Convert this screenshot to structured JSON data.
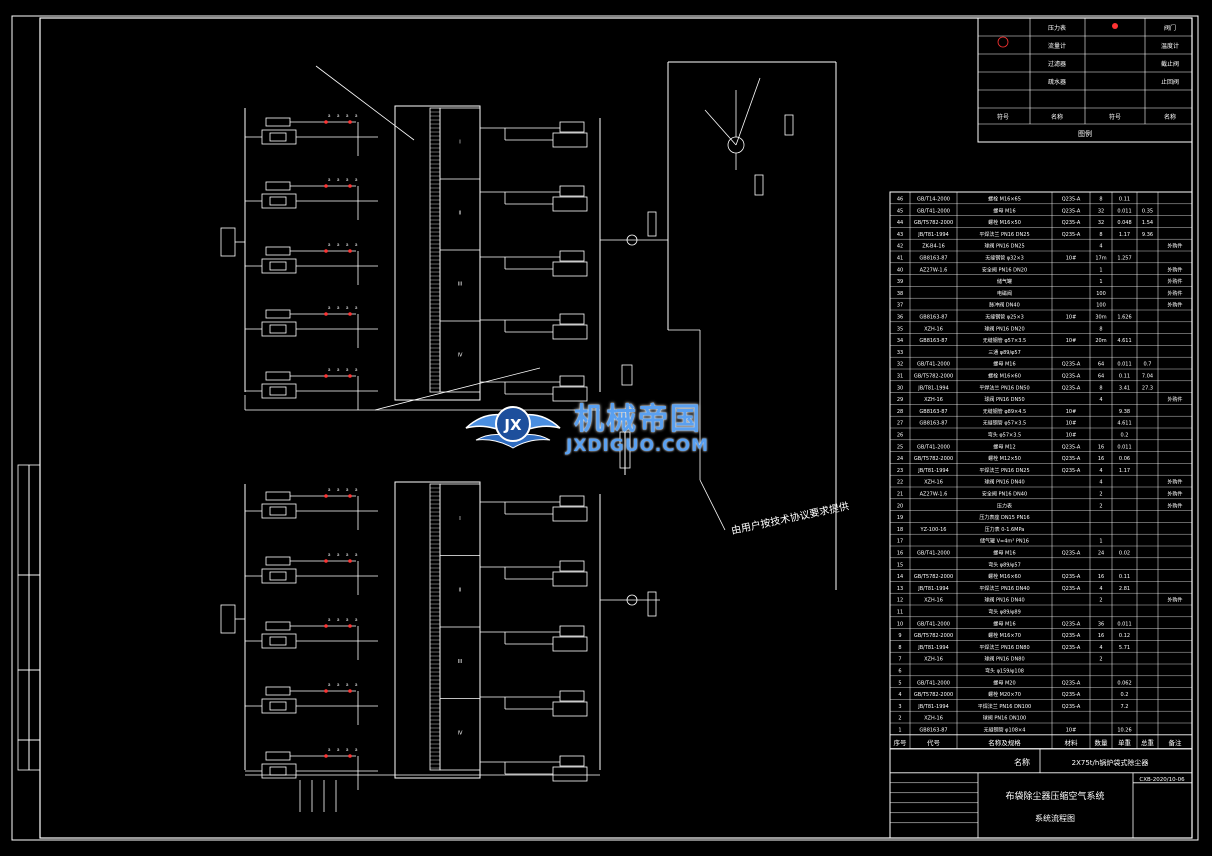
{
  "watermark": {
    "brand": "机械帝国",
    "domain": "JXDIGUO.COM",
    "logo": "JX"
  },
  "legend": {
    "rows": [
      "阀门",
      "压力表",
      "温度计",
      "流量计",
      "截止阀",
      "过滤器",
      "止回阀",
      "疏水器"
    ],
    "header": [
      "符号",
      "名称",
      "符号",
      "名称"
    ],
    "footer": "图例"
  },
  "callout": "由用户按技术协议要求提供",
  "title_block": {
    "project": "2X75t/h锅炉袋式除尘器",
    "system": "布袋除尘器压缩空气系统",
    "drawing": "系统流程图",
    "drawing_no": "CXB-2020/10-06",
    "name_label": "名称"
  },
  "bom": {
    "columns": [
      "序号",
      "代号",
      "名称及规格",
      "材料",
      "数量",
      "单重",
      "总重",
      "备注"
    ],
    "rows": [
      [
        "46",
        "GB/T14-2000",
        "螺栓 M16×65",
        "Q235-A",
        "8",
        "0.11",
        "",
        ""
      ],
      [
        "45",
        "GB/T41-2000",
        "螺母 M16",
        "Q235-A",
        "32",
        "0.011",
        "0.35",
        ""
      ],
      [
        "44",
        "GB/T5782-2000",
        "螺栓 M16×50",
        "Q235-A",
        "32",
        "0.048",
        "1.54",
        ""
      ],
      [
        "43",
        "JB/T81-1994",
        "平焊法兰 PN16 DN25",
        "Q235-A",
        "8",
        "1.17",
        "9.36",
        ""
      ],
      [
        "42",
        "ZK-B4-16",
        "球阀 PN16 DN25",
        "",
        "4",
        "",
        "",
        "外购件"
      ],
      [
        "41",
        "GB8163-87",
        "无缝钢管 φ32×3",
        "10#",
        "17m",
        "1.257",
        "",
        ""
      ],
      [
        "40",
        "AZ27W-1.6",
        "安全阀 PN16 DN20",
        "",
        "1",
        "",
        "",
        "外购件"
      ],
      [
        "39",
        "",
        "储气罐",
        "",
        "1",
        "",
        "",
        "外购件"
      ],
      [
        "38",
        "",
        "电磁阀",
        "",
        "100",
        "",
        "",
        "外购件"
      ],
      [
        "37",
        "",
        "脉冲阀 DN40",
        "",
        "100",
        "",
        "",
        "外购件"
      ],
      [
        "36",
        "GB8163-87",
        "无缝钢管 φ25×3",
        "10#",
        "30m",
        "1.626",
        "",
        ""
      ],
      [
        "35",
        "XZH-16",
        "球阀 PN16 DN20",
        "",
        "8",
        "",
        "",
        ""
      ],
      [
        "34",
        "GB8163-87",
        "无缝钢管 φ57×3.5",
        "10#",
        "20m",
        "4.611",
        "",
        ""
      ],
      [
        "33",
        "",
        "三通 φ89/φ57",
        "",
        "",
        "",
        "",
        ""
      ],
      [
        "32",
        "GB/T41-2000",
        "螺母 M16",
        "Q235-A",
        "64",
        "0.011",
        "0.7",
        ""
      ],
      [
        "31",
        "GB/T5782-2000",
        "螺栓 M16×60",
        "Q235-A",
        "64",
        "0.11",
        "7.04",
        ""
      ],
      [
        "30",
        "JB/T81-1994",
        "平焊法兰 PN16 DN50",
        "Q235-A",
        "8",
        "3.41",
        "27.3",
        ""
      ],
      [
        "29",
        "XZH-16",
        "球阀 PN16 DN50",
        "",
        "4",
        "",
        "",
        "外购件"
      ],
      [
        "28",
        "GB8163-87",
        "无缝钢管 φ89×4.5",
        "10#",
        "",
        "9.38",
        "",
        ""
      ],
      [
        "27",
        "GB8163-87",
        "无缝钢管 φ57×3.5",
        "10#",
        "",
        "4.611",
        "",
        ""
      ],
      [
        "26",
        "",
        "弯头 φ57×3.5",
        "10#",
        "",
        "0.2",
        "",
        ""
      ],
      [
        "25",
        "GB/T41-2000",
        "螺母 M12",
        "Q235-A",
        "16",
        "0.011",
        "",
        ""
      ],
      [
        "24",
        "GB/T5782-2000",
        "螺栓 M12×50",
        "Q235-A",
        "16",
        "0.06",
        "",
        ""
      ],
      [
        "23",
        "JB/T81-1994",
        "平焊法兰 PN16 DN25",
        "Q235-A",
        "4",
        "1.17",
        "",
        ""
      ],
      [
        "22",
        "XZH-16",
        "球阀 PN16 DN40",
        "",
        "4",
        "",
        "",
        "外购件"
      ],
      [
        "21",
        "AZ27W-1.6",
        "安全阀 PN16 DN40",
        "",
        "2",
        "",
        "",
        "外购件"
      ],
      [
        "20",
        "",
        "压力表",
        "",
        "2",
        "",
        "",
        "外购件"
      ],
      [
        "19",
        "",
        "压力表座 DN15 PN16",
        "",
        "",
        "",
        "",
        ""
      ],
      [
        "18",
        "YZ-100-16",
        "压力表 0-1.6MPa",
        "",
        "",
        "",
        "",
        ""
      ],
      [
        "17",
        "",
        "储气罐 V=4m³ PN16",
        "",
        "1",
        "",
        "",
        ""
      ],
      [
        "16",
        "GB/T41-2000",
        "螺母 M16",
        "Q235-A",
        "24",
        "0.02",
        "",
        ""
      ],
      [
        "15",
        "",
        "弯头 φ89/φ57",
        "",
        "",
        "",
        "",
        ""
      ],
      [
        "14",
        "GB/T5782-2000",
        "螺栓 M16×60",
        "Q235-A",
        "16",
        "0.11",
        "",
        ""
      ],
      [
        "13",
        "JB/T81-1994",
        "平焊法兰 PN16 DN40",
        "Q235-A",
        "4",
        "2.81",
        "",
        ""
      ],
      [
        "12",
        "XZH-16",
        "球阀 PN16 DN40",
        "",
        "2",
        "",
        "",
        "外购件"
      ],
      [
        "11",
        "",
        "弯头 φ89/φ89",
        "",
        "",
        "",
        "",
        ""
      ],
      [
        "10",
        "GB/T41-2000",
        "螺母 M16",
        "Q235-A",
        "36",
        "0.011",
        "",
        ""
      ],
      [
        "9",
        "GB/T5782-2000",
        "螺栓 M16×70",
        "Q235-A",
        "16",
        "0.12",
        "",
        ""
      ],
      [
        "8",
        "JB/T81-1994",
        "平焊法兰 PN16 DN80",
        "Q235-A",
        "4",
        "5.71",
        "",
        ""
      ],
      [
        "7",
        "XZH-16",
        "球阀 PN16 DN80",
        "",
        "2",
        "",
        "",
        ""
      ],
      [
        "6",
        "",
        "弯头 φ159/φ108",
        "",
        "",
        "",
        "",
        ""
      ],
      [
        "5",
        "GB/T41-2000",
        "螺母 M20",
        "Q235-A",
        "",
        "0.062",
        "",
        ""
      ],
      [
        "4",
        "GB/T5782-2000",
        "螺栓 M20×70",
        "Q235-A",
        "",
        "0.2",
        "",
        ""
      ],
      [
        "3",
        "JB/T81-1994",
        "平焊法兰 PN16 DN100",
        "Q235-A",
        "",
        "7.2",
        "",
        ""
      ],
      [
        "2",
        "XZH-16",
        "球阀 PN16 DN100",
        "",
        "",
        "",
        "",
        ""
      ],
      [
        "1",
        "GB8163-87",
        "无缝钢管 φ108×4",
        "10#",
        "",
        "10.26",
        "",
        ""
      ]
    ]
  }
}
